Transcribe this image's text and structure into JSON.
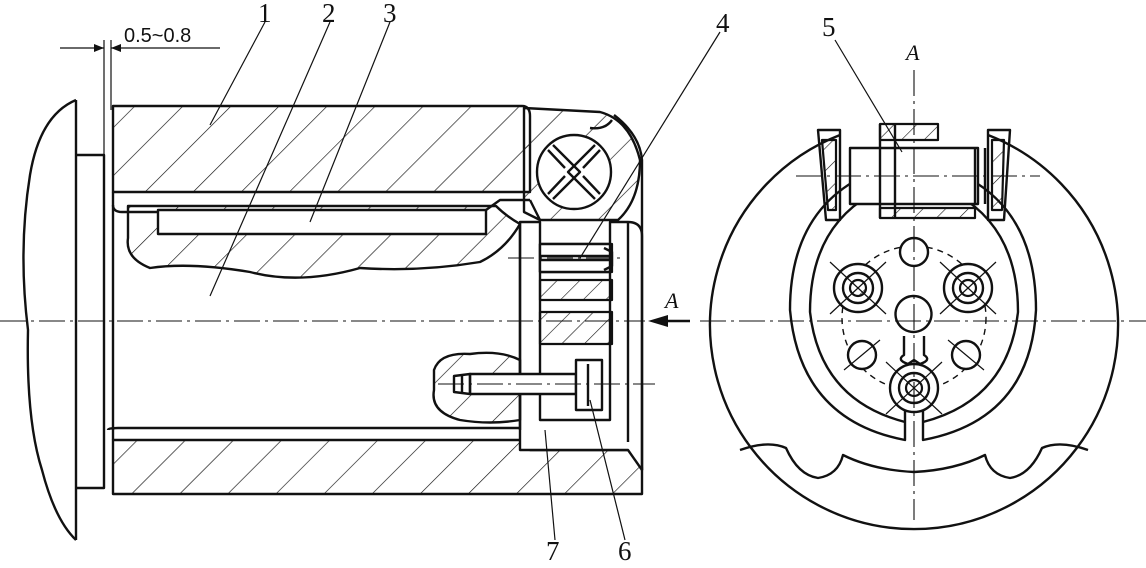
{
  "dimension": {
    "text": "0.5~0.8"
  },
  "section_letter": "A",
  "callouts": [
    {
      "id": "1",
      "text": "1"
    },
    {
      "id": "2",
      "text": "2"
    },
    {
      "id": "3",
      "text": "3"
    },
    {
      "id": "4",
      "text": "4"
    },
    {
      "id": "5",
      "text": "5"
    },
    {
      "id": "6",
      "text": "6"
    },
    {
      "id": "7",
      "text": "7"
    }
  ],
  "colors": {
    "line": "#111111",
    "background": "#ffffff"
  }
}
